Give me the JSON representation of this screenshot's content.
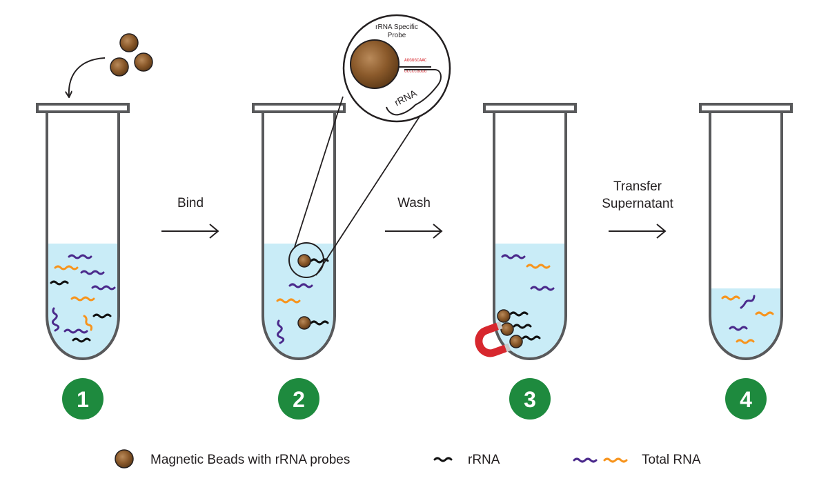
{
  "steps": {
    "bind_label": "Bind",
    "wash_label": "Wash",
    "transfer_line1": "Transfer",
    "transfer_line2": "Supernatant",
    "numbers": [
      "1",
      "2",
      "3",
      "4"
    ]
  },
  "zoom": {
    "probe_line1": "rRNA Specific",
    "probe_line2": "Probe",
    "rrna_label": "rRNA",
    "seq_top": "AGGGGCAAC",
    "seq_bottom": "UCCCCGUUG"
  },
  "legend": {
    "beads_label": "Magnetic Beads with rRNA probes",
    "rrna_label": "rRNA",
    "total_label": "Total RNA"
  },
  "colors": {
    "tube_outline": "#58595b",
    "liquid": "#c9ecf7",
    "bead": "#8b5a2b",
    "step_badge": "#1e8a3e",
    "rrna_strand": "#111111",
    "total_rna_purple": "#4b2a8c",
    "total_rna_orange": "#f7941d",
    "magnet_red": "#d7272e",
    "magnet_tip": "#c8c8c8"
  }
}
